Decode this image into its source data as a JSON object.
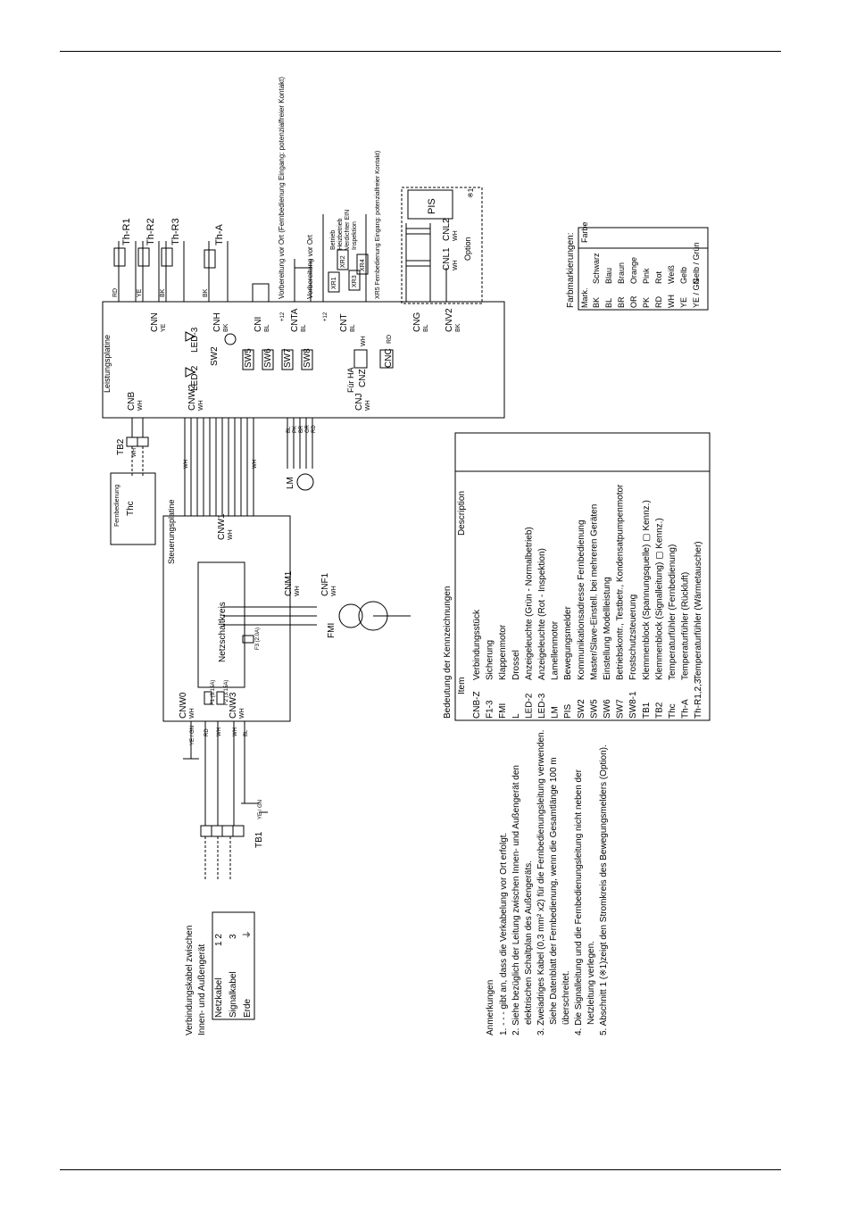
{
  "board": {
    "power_board": "Leistungsplatine",
    "control_board": "Steuerungsplatine",
    "power_circuit": "Netzschaltkreis"
  },
  "sensors": [
    {
      "id": "Th-R1",
      "color": "RD"
    },
    {
      "id": "Th-R2",
      "color": "YE"
    },
    {
      "id": "Th-R3",
      "color": "BK"
    },
    {
      "id": "Th-A",
      "color": "BK"
    }
  ],
  "connectors": {
    "cnn": "CNN",
    "cnn_color": "YE",
    "cnh": "CNH",
    "cnh_color": "BK",
    "cni": "CNI",
    "cni_color": "BL",
    "cnta": "CNTA",
    "cnta_color": "BL",
    "cnt": "CNT",
    "cnt_color": "BL",
    "cng": "CNG",
    "cng_color": "BL",
    "cnv2": "CNV2",
    "cnv2_color": "BK",
    "cnb": "CNB",
    "cnb_color": "WH",
    "cnw2": "CNW2",
    "cnw2_color": "WH",
    "cnj": "CNJ",
    "cnj_color": "WH",
    "cnw1": "CNW1",
    "cnw1_color": "WH",
    "cnm1": "CNM1",
    "cnm1_color": "WH",
    "cnf1": "CNF1",
    "cnf1_color": "WH",
    "cnw0": "CNW0",
    "cnw0_color": "WH",
    "cnw3": "CNW3",
    "cnw3_color": "WH",
    "cnl1": "CNL1",
    "cnl1_color": "WH",
    "cnl2": "CNL2",
    "cnl2_color": "WH",
    "cnz": "CNZ",
    "cnz_color": "WH",
    "cnc": "CNC",
    "cnc_color": "RD"
  },
  "components": {
    "led3": "LED-3",
    "led2": "LED-2",
    "sw2": "SW2",
    "sw5": "SW5",
    "sw6": "SW6",
    "sw7": "SW7",
    "sw8": "SW8",
    "fur_ha": "Für HA",
    "tb2": "TB2",
    "tb1": "TB1",
    "lm": "LM",
    "fmi": "FMI",
    "thc": "Thc",
    "pis": "PIS",
    "option": "Option",
    "note_mark": "※1",
    "f1": "F1 (3.15A)",
    "f2": "F2 (3.15A)",
    "f3": "F3 (2.0A)",
    "fernbedienung": "Fernbedienung",
    "plus12": "+12"
  },
  "annotations": {
    "vorbereitung_fern": "Vorbereitung vor Ort (Fernbedienung Eingang: potenzialfreier Kontakt)",
    "vorbereitung": "Vorbereitung vor Ort",
    "betrieb": "Betrieb",
    "heizbetrieb": "Heizbetrieb",
    "verdichter": "Verdichter EIN",
    "inspektion": "Inspektion",
    "xr5": "XR5 Fernbedienung Eingang: potenzialfreier Kontakt)",
    "relays": [
      "XR1",
      "XR2",
      "XR3",
      "XR4"
    ]
  },
  "wire_colors": {
    "rd": "RD",
    "ye": "YE",
    "bk": "BK",
    "wh": "WH",
    "bl": "BL",
    "pk": "PK",
    "br": "BR",
    "or": "OR",
    "yegn": "YE / GN"
  },
  "color_legend": {
    "title": "Farbmarkierungen:",
    "headers": [
      "Mark.",
      "Farbe"
    ],
    "rows": [
      [
        "BK",
        "Schwarz"
      ],
      [
        "BL",
        "Blau"
      ],
      [
        "BR",
        "Braun"
      ],
      [
        "OR",
        "Orange"
      ],
      [
        "PK",
        "Pink"
      ],
      [
        "RD",
        "Rot"
      ],
      [
        "WH",
        "Weiß"
      ],
      [
        "YE",
        "Gelb"
      ],
      [
        "YE / GN",
        "Gelb / Grün"
      ]
    ]
  },
  "meaning_table": {
    "title": "Bedeutung der Kennzeichnungen",
    "headers": [
      "Item",
      "Description"
    ],
    "rows": [
      [
        "CNB-Z",
        "Verbindungsstück"
      ],
      [
        "F1-3",
        "Sicherung"
      ],
      [
        "FMI",
        "Klappenmotor"
      ],
      [
        "L",
        "Drossel"
      ],
      [
        "LED-2",
        "Anzeigeleuchte (Grün - Normalbetrieb)"
      ],
      [
        "LED-3",
        "Anzeigeleuchte (Rot - Inspektion)"
      ],
      [
        "LM",
        "Lamellenmotor"
      ],
      [
        "PIS",
        "Bewegungsmelder"
      ],
      [
        "SW2",
        "Kommunikationsadresse Fernbedienung"
      ],
      [
        "SW5",
        "Master/Slave-Einstell. bei mehreren Geräten"
      ],
      [
        "SW6",
        "Einstellung Modellleistung"
      ],
      [
        "SW7",
        "Betriebskontr., Testbetr., Kondensatpumpenmotor"
      ],
      [
        "SW8-1",
        "Frostschutzsteuerung"
      ],
      [
        "TB1",
        "Klemmenblock (Spannungsquelle) ▢ Kennz.)"
      ],
      [
        "TB2",
        "Klemmenblock (Signalleitung) ▢ Kennz.)"
      ],
      [
        "Thc",
        "Temperaturfühler (Fernbedienung)"
      ],
      [
        "Th-A",
        "Temperaturfühler (Rückluft)"
      ],
      [
        "Th-R1,2,3",
        "Temperaturfühler (Wärmetauscher)"
      ]
    ]
  },
  "cable_table": {
    "title_1": "Verbindungskabel zwischen",
    "title_2": "Innen- und Außengerät",
    "rows": [
      [
        "Netzkabel",
        "1   2"
      ],
      [
        "Signalkabel",
        "3"
      ],
      [
        "Erde",
        "⏚"
      ]
    ]
  },
  "notes": {
    "title": "Anmerkungen",
    "items": [
      "1. - - - gibt an, dass die Verkabelung vor Ort erfolgt.",
      "2. Siehe bezüglich der Leitung zwischen Innen- und Außengerät den",
      "elektrischen Schaltplan des Außengeräts.",
      "3. Zweiadriges Kabel (0,3 mm² x2) für die Fernbedienungsleitung verwenden.",
      "Siehe Datenblatt der Fernbedienung, wenn die Gesamtlänge 100 m",
      "überschreitet.",
      "4. Die Signalleitung und die Fernbedienungsleitung nicht neben der",
      "Netzleitung verlegen.",
      "5. Abschnitt 1 (※1)zeigt den Stromkreis des Bewegungsmelders (Option)."
    ]
  }
}
